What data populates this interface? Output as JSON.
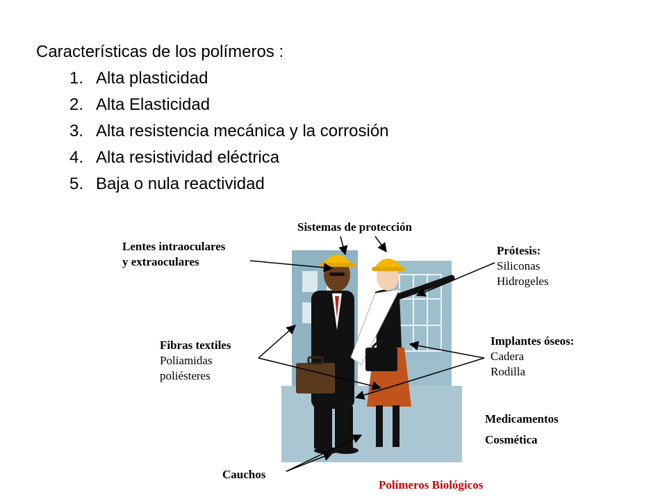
{
  "title": "Características de los polímeros :",
  "features": [
    {
      "num": "1.",
      "text": "Alta plasticidad"
    },
    {
      "num": "2.",
      "text": "Alta Elasticidad"
    },
    {
      "num": "3.",
      "text": "Alta resistencia mecánica y la corrosión"
    },
    {
      "num": "4.",
      "text": "Alta resistividad eléctrica"
    },
    {
      "num": "5.",
      "text": "Baja o nula reactividad"
    }
  ],
  "labels": {
    "sistemas": "Sistemas de protección",
    "lentes_1": "Lentes intraoculares",
    "lentes_2": "y extraoculares",
    "protesis_title": "Prótesis:",
    "protesis_1": "Siliconas",
    "protesis_2": "Hidrogeles",
    "fibras_title": "Fibras textiles",
    "fibras_1": "Poliamidas",
    "fibras_2": "poliésteres",
    "implantes_title": "Implantes óseos:",
    "implantes_1": "Cadera",
    "implantes_2": "Rodilla",
    "medicamentos": "Medicamentos",
    "cosmetica": "Cosmética",
    "cauchos": "Cauchos",
    "biologicos": "Polímeros Biológicos"
  },
  "colors": {
    "accent_red": "#cc0000",
    "building": "#8fb3c3",
    "helmet": "#f5b800",
    "suit": "#111111",
    "skirt": "#c0541c",
    "briefcase": "#5a3a1e"
  },
  "icons": [
    "hardhat-icon",
    "briefcase-icon",
    "handbag-icon"
  ]
}
